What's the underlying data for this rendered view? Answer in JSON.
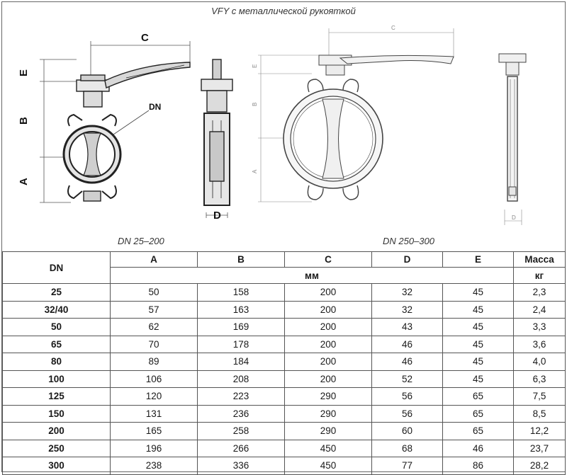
{
  "title": "VFY с металлической рукояткой",
  "captions": {
    "left": "DN 25–200",
    "right": "DN 250–300"
  },
  "dim_labels": {
    "A": "A",
    "B": "B",
    "C": "C",
    "D": "D",
    "E": "E",
    "DN": "DN"
  },
  "table": {
    "headers": {
      "dn": "DN",
      "a": "A",
      "b": "B",
      "c": "C",
      "d": "D",
      "e": "E",
      "mass": "Масса",
      "unit_mm": "мм",
      "unit_kg": "кг"
    },
    "rows": [
      {
        "dn": "25",
        "a": "50",
        "b": "158",
        "c": "200",
        "d": "32",
        "e": "45",
        "mass": "2,3"
      },
      {
        "dn": "32/40",
        "a": "57",
        "b": "163",
        "c": "200",
        "d": "32",
        "e": "45",
        "mass": "2,4"
      },
      {
        "dn": "50",
        "a": "62",
        "b": "169",
        "c": "200",
        "d": "43",
        "e": "45",
        "mass": "3,3"
      },
      {
        "dn": "65",
        "a": "70",
        "b": "178",
        "c": "200",
        "d": "46",
        "e": "45",
        "mass": "3,6"
      },
      {
        "dn": "80",
        "a": "89",
        "b": "184",
        "c": "200",
        "d": "46",
        "e": "45",
        "mass": "4,0"
      },
      {
        "dn": "100",
        "a": "106",
        "b": "208",
        "c": "200",
        "d": "52",
        "e": "45",
        "mass": "6,3"
      },
      {
        "dn": "125",
        "a": "120",
        "b": "223",
        "c": "290",
        "d": "56",
        "e": "65",
        "mass": "7,5"
      },
      {
        "dn": "150",
        "a": "131",
        "b": "236",
        "c": "290",
        "d": "56",
        "e": "65",
        "mass": "8,5"
      },
      {
        "dn": "200",
        "a": "165",
        "b": "258",
        "c": "290",
        "d": "60",
        "e": "65",
        "mass": "12,2"
      },
      {
        "dn": "250",
        "a": "196",
        "b": "266",
        "c": "450",
        "d": "68",
        "e": "46",
        "mass": "23,7"
      },
      {
        "dn": "300",
        "a": "238",
        "b": "336",
        "c": "450",
        "d": "77",
        "e": "86",
        "mass": "28,2"
      }
    ]
  }
}
